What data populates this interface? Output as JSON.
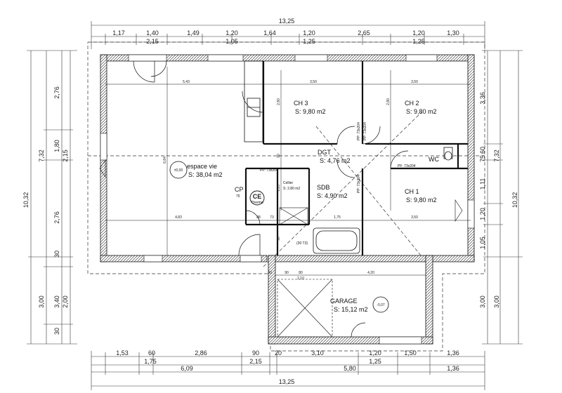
{
  "plan": {
    "total_width_top": "13,25",
    "total_width_bottom": "13,25",
    "top_chain_1": [
      "1,17",
      "1,40",
      "1,49",
      "1,20",
      "1,64",
      "1,20",
      "2,65",
      "1,20",
      "1,30"
    ],
    "top_chain_2": [
      "2,15",
      "1,05",
      "1,25",
      "1,25"
    ],
    "bottom_chain_1": [
      "1,53",
      "60",
      "2,86",
      "90",
      "20",
      "3,10",
      "1,20",
      "1,50",
      "1,36"
    ],
    "bottom_chain_2": [
      "1,75",
      "2,15",
      "1,25"
    ],
    "bottom_chain_3": [
      "6,09",
      "5,80",
      "1,36"
    ],
    "left_outer": "10,32",
    "left_mid": [
      "7,32",
      "3,00"
    ],
    "left_inner": [
      "2,76",
      "1,80",
      "2,76",
      "30",
      "3,40",
      "30"
    ],
    "left_inner2": [
      "2,15",
      "2,00"
    ],
    "right_outer": "10,32",
    "right_mid": [
      "3,36",
      "7,32",
      "3,00"
    ],
    "right_inner": [
      "60",
      "75",
      "1,11",
      "1,20",
      "1,05",
      "3,00"
    ],
    "inner_dims": [
      "5,43",
      "3,50",
      "3,50",
      "4,83",
      "88",
      "73",
      "1,75",
      "3,50",
      "6,84",
      "2,80",
      "2,80",
      "90",
      "1,23",
      "90",
      "4,20",
      "30",
      "80",
      "2,10",
      "90"
    ],
    "rooms": {
      "ch3": {
        "name": "CH 3",
        "area": "S: 9,80 m2"
      },
      "ch2": {
        "name": "CH 2",
        "area": "S: 9,80 m2"
      },
      "ch1": {
        "name": "CH 1",
        "area": "S: 9,80 m2"
      },
      "dgt": {
        "name": "DGT",
        "area": "S: 4,76 m2"
      },
      "wc": {
        "name": "WC"
      },
      "espace": {
        "name": "espace vie",
        "area": "S: 38,04 m2"
      },
      "cellier": {
        "name": "Cellier",
        "area": "S: 2,80 m2"
      },
      "sdb": {
        "name": "SDB",
        "area": "S: 4,90 m2"
      },
      "garage": {
        "name": "GARAGE",
        "area": "S: 15,12 m2"
      }
    },
    "levels": {
      "main": "±0,00",
      "garage": "-0,07"
    },
    "ce_label": "CE",
    "ce_sub": "Thermo",
    "cp_label": "CP",
    "cp_sub": "75",
    "door_tags": [
      "PP: 73x204",
      "PP: 73x204",
      "PP: 73x204",
      "PP: 73x204",
      "PF: 73x204"
    ],
    "window_tag": "(30 T3)"
  }
}
